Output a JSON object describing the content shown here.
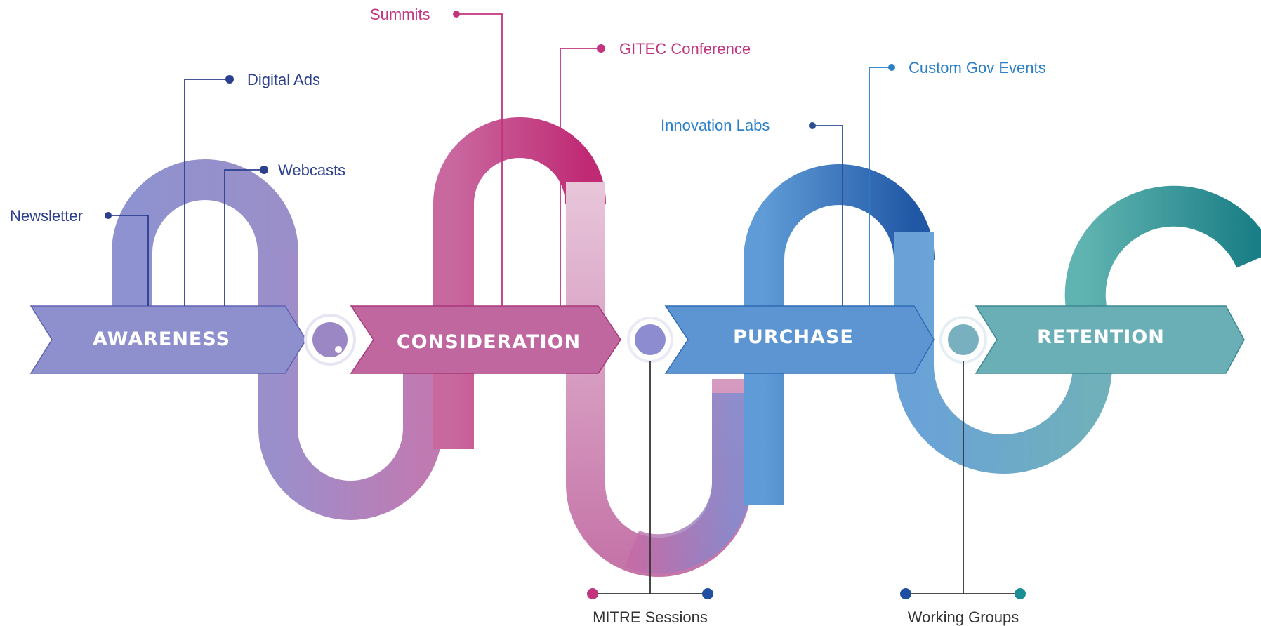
{
  "stages": [
    {
      "label": "AWARENESS",
      "color": "#8e8fcd"
    },
    {
      "label": "CONSIDERATION",
      "color": "#c067a0"
    },
    {
      "label": "PURCHASE",
      "color": "#5d95d3"
    },
    {
      "label": "RETENTION",
      "color": "#6aafb6"
    }
  ],
  "labels": {
    "newsletter": "Newsletter",
    "digital_ads": "Digital Ads",
    "webcasts": "Webcasts",
    "summits": "Summits",
    "gitec": "GITEC Conference",
    "innovation_labs": "Innovation Labs",
    "custom_gov_events": "Custom Gov Events",
    "mitre_sessions": "MITRE Sessions",
    "working_groups": "Working Groups"
  },
  "colors": {
    "awareness_text": "#2b3f8f",
    "consideration_text": "#c2347e",
    "purchase_text": "#2a7fc8",
    "bottom_text": "#333333"
  }
}
